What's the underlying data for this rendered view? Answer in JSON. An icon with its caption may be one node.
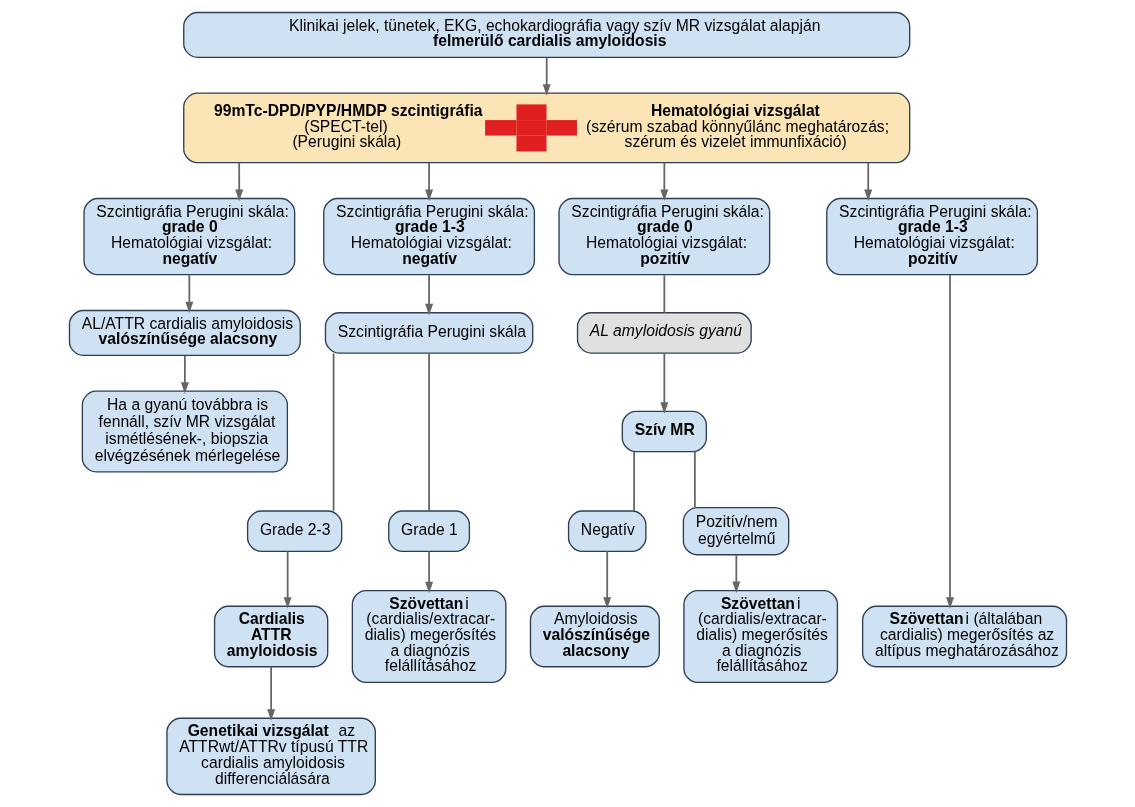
{
  "diagram": {
    "nodes": [
      {
        "text": [
          "Klinikai jelek, tünetek, EKG, echokardiográfia vagy szív MR vizsgálat alapján",
          "**felmerülő cardialis amyloidosis**"
        ]
      },
      {
        "text": [
          "**99mTc-DPD/PYP/HMDP szcintigráfia**",
          "(SPECT-tel)",
          "(Perugini skála)",
          "**Hematológiai vizsgálat**",
          "(szérum szabad könnyűlánc meghatározás; szérum és vizelet immunfixáció)"
        ]
      },
      {
        "text": [
          "Szcintigráfia Perugini skála:",
          "**grade 0**",
          "Hematológiai vizsgálat:",
          "**negatív**"
        ]
      },
      {
        "text": [
          "Szcintigráfia Perugini skála:",
          "**grade 1-3**",
          "Hematológiai vizsgálat:",
          "**negatív**"
        ]
      },
      {
        "text": [
          "Szcintigráfia Perugini skála:",
          "**grade 0**",
          "Hematológiai vizsgálat:",
          "**pozitív**"
        ]
      },
      {
        "text": [
          "Szcintigráfia Perugini skála:",
          "**grade 1-3**",
          "Hematológiai vizsgálat:",
          "**pozitív**"
        ]
      },
      {
        "text": [
          "AL/ATTR cardialis amyloidosis **valószínűsége alacsony**"
        ]
      },
      {
        "text": [
          "Ha a gyanú továbbra is fennáll, szív MR vizsgálat ismétlésének-, biopszia elvégzésének mérlegelése"
        ]
      },
      {
        "text": [
          "Szcintigráfia Perugini skála"
        ]
      },
      {
        "text": [
          "Grade 2-3"
        ]
      },
      {
        "text": [
          "Grade 1"
        ]
      },
      {
        "text": [
          "**Cardialis ATTR amyloidosis**"
        ]
      },
      {
        "text": [
          "**Szövettan**i (cardialis/extracar- dialis) megerősítés a diagnózis felállításához"
        ]
      },
      {
        "text": [
          "**Genetikai vizsgálat** az ATTRwt/ATTRv típusú TTR cardialis amyloidosis differenciálására"
        ]
      },
      {
        "text": [
          "*AL amyloidosis gyanú*"
        ]
      },
      {
        "text": [
          "**Szív MR**"
        ]
      },
      {
        "text": [
          "Negatív"
        ]
      },
      {
        "text": [
          "Pozitív/nem egyértelmű"
        ]
      },
      {
        "text": [
          "Amyloidosis **valószínűsége alacsony**"
        ]
      },
      {
        "text": [
          "**Szövettan**i (cardialis/extracar- dialis) megerősítés a diagnózis felállításához"
        ]
      },
      {
        "text": [
          "**Szövettan**i (általában cardialis) megerősítés az altípus meghatározásához"
        ]
      }
    ],
    "edges": [
      {
        "from": 0,
        "to": 1,
        "arrow": "to"
      },
      {
        "from": 1,
        "to": 2,
        "arrow": "to"
      },
      {
        "from": 1,
        "to": 3,
        "arrow": "to"
      },
      {
        "from": 1,
        "to": 4,
        "arrow": "to"
      },
      {
        "from": 1,
        "to": 5,
        "arrow": "to"
      },
      {
        "from": 2,
        "to": 6,
        "arrow": "to"
      },
      {
        "from": 6,
        "to": 7,
        "arrow": "to"
      },
      {
        "from": 3,
        "to": 8,
        "arrow": "to"
      },
      {
        "from": 8,
        "to": 9,
        "arrow": "none"
      },
      {
        "from": 8,
        "to": 10,
        "arrow": "none"
      },
      {
        "from": 9,
        "to": 11,
        "arrow": "to"
      },
      {
        "from": 10,
        "to": 12,
        "arrow": "to"
      },
      {
        "from": 11,
        "to": 13,
        "arrow": "to"
      },
      {
        "from": 4,
        "to": 14,
        "arrow": "none"
      },
      {
        "from": 14,
        "to": 15,
        "arrow": "to"
      },
      {
        "from": 15,
        "to": 16,
        "arrow": "none"
      },
      {
        "from": 15,
        "to": 17,
        "arrow": "none"
      },
      {
        "from": 16,
        "to": 18,
        "arrow": "to"
      },
      {
        "from": 17,
        "to": 19,
        "arrow": "to"
      },
      {
        "from": 5,
        "to": 20,
        "arrow": "to"
      }
    ]
  }
}
